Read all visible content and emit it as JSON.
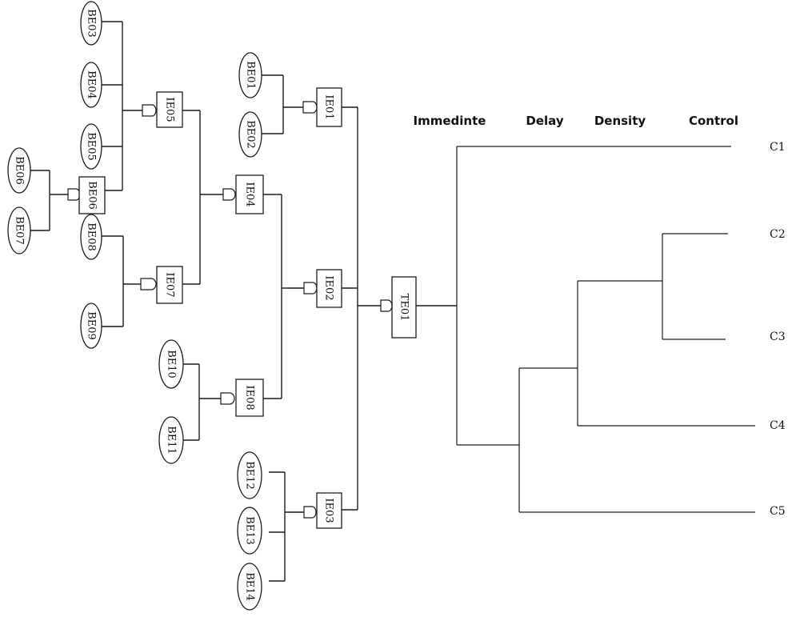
{
  "fault_tree": {
    "basic_events": [
      "BE03",
      "BE04",
      "BE05",
      "BE06",
      "BE07",
      "BE08",
      "BE09",
      "BE01",
      "BE02",
      "BE10",
      "BE11",
      "BE12",
      "BE13",
      "BE14"
    ],
    "intermediate_events": [
      "BE06",
      "IE05",
      "IE07",
      "IE01",
      "IE04",
      "IE02",
      "IE08",
      "IE03"
    ],
    "top_event": "TE01",
    "connections": [
      {
        "gate": "BE06",
        "inputs": [
          "BE06",
          "BE07"
        ]
      },
      {
        "gate": "IE05",
        "inputs": [
          "BE03",
          "BE04",
          "BE05",
          "BE06"
        ]
      },
      {
        "gate": "IE07",
        "inputs": [
          "BE08",
          "BE09"
        ]
      },
      {
        "gate": "IE04",
        "inputs": [
          "IE05",
          "IE07"
        ]
      },
      {
        "gate": "IE01",
        "inputs": [
          "BE01",
          "BE02"
        ]
      },
      {
        "gate": "IE08",
        "inputs": [
          "BE10",
          "BE11"
        ]
      },
      {
        "gate": "IE02",
        "inputs": [
          "IE04",
          "IE08"
        ]
      },
      {
        "gate": "IE03",
        "inputs": [
          "BE12",
          "BE13",
          "BE14"
        ]
      },
      {
        "gate": "TE01",
        "inputs": [
          "IE01",
          "IE02",
          "IE03"
        ]
      }
    ]
  },
  "dendrogram": {
    "headers": [
      "Immedinte",
      "Delay",
      "Density",
      "Control"
    ],
    "leaves": [
      "C1",
      "C2",
      "C3",
      "C4",
      "C5"
    ],
    "clusters": [
      {
        "members": [
          "C2",
          "C3"
        ]
      },
      {
        "members": [
          "C2",
          "C3",
          "C4"
        ]
      },
      {
        "members": [
          "C2",
          "C3",
          "C4",
          "C5"
        ]
      },
      {
        "members": [
          "C1",
          "C2",
          "C3",
          "C4",
          "C5"
        ]
      }
    ]
  }
}
